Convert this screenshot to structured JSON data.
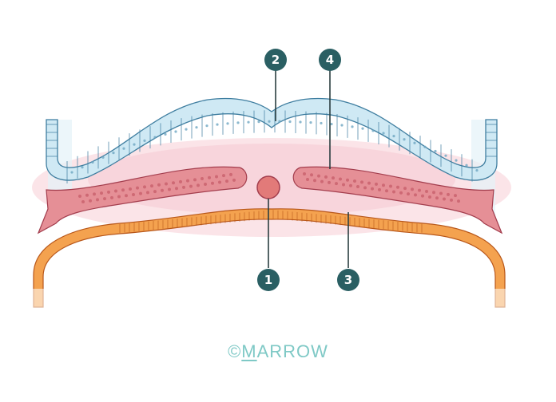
{
  "markers": [
    {
      "id": "m1",
      "label": "1"
    },
    {
      "id": "m2",
      "label": "2"
    },
    {
      "id": "m3",
      "label": "3"
    },
    {
      "id": "m4",
      "label": "4"
    }
  ],
  "watermark": {
    "copyright": "©",
    "first_letter": "M",
    "rest": "ARROW"
  },
  "colors": {
    "ectoderm_fill": "#cfe9f4",
    "ectoderm_stroke": "#3f7ea0",
    "mesoderm_fill": "#e58f96",
    "mesoderm_stroke": "#a33d4d",
    "endoderm_fill": "#f4a24f",
    "endoderm_stroke": "#b8571a",
    "notochord_fill": "#e27a79",
    "background_glow": "#f9d7dd",
    "marker_fill": "#2a5f63",
    "watermark": "#7fc9c6"
  }
}
